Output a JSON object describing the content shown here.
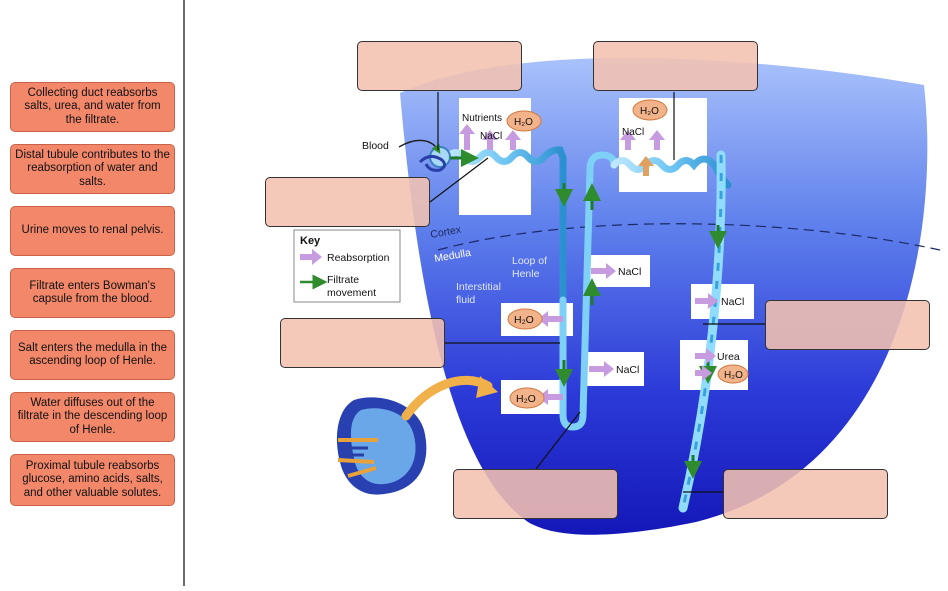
{
  "colors": {
    "chip_fill": "#f2876a",
    "drop_zone_fill": "#f4c2b1",
    "reabsorption_arrow": "#c79be0",
    "filtrate_arrow": "#2e8b2e",
    "tissue_light": "#7aa0f2",
    "tissue_dark": "#1a1fc6"
  },
  "labels": [
    "Collecting duct reabsorbs salts, urea, and water from the filtrate.",
    "Distal tubule contributes to the reabsorption of water and salts.",
    "Urine moves to renal pelvis.",
    "Filtrate enters Bowman's capsule from the blood.",
    "Salt enters the medulla in the ascending loop of Henle.",
    "Water diffuses out of the filtrate in the descending loop of Henle.",
    "Proximal tubule reabsorbs glucose, amino acids, salts, and other valuable solutes."
  ],
  "diagram": {
    "blood": "Blood",
    "cortex": "Cortex",
    "medulla": "Medulla",
    "loop_of_henle": [
      "Loop of",
      "Henle"
    ],
    "interstitial_fluid": [
      "Interstitial",
      "fluid"
    ],
    "nutrients": "Nutrients",
    "nacl": "NaCl",
    "h2o": "H₂O",
    "urea": "Urea",
    "key": {
      "title": "Key",
      "reabsorption": "Reabsorption",
      "filtrate": [
        "Filtrate",
        "movement"
      ]
    }
  },
  "drop_zones": [
    "",
    "",
    "",
    "",
    "",
    "",
    ""
  ]
}
